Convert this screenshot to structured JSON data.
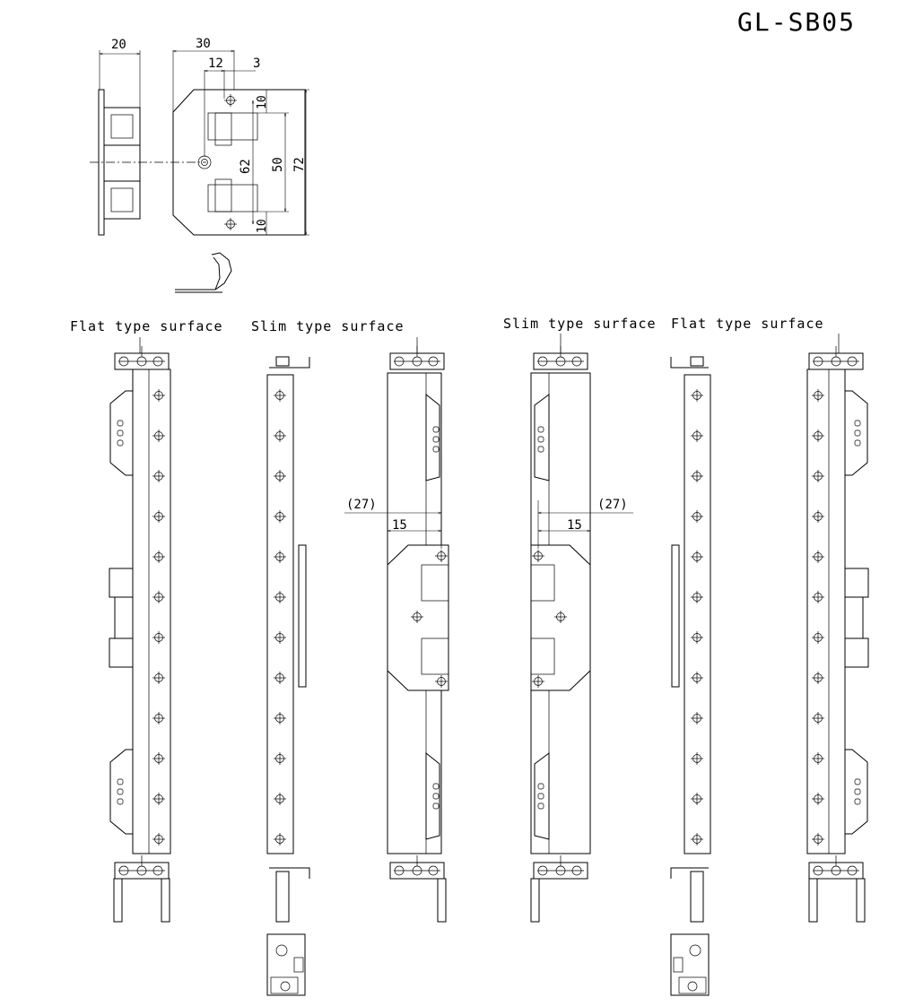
{
  "drawing": {
    "model_code": "GL-SB05",
    "left_labels": {
      "flat": "Flat type surface",
      "slim": "Slim type surface"
    },
    "right_labels": {
      "slim": "Slim type surface",
      "flat": "Flat type surface"
    },
    "detail_dimensions": {
      "d20": "20",
      "d30": "30",
      "d12": "12",
      "d3": "3",
      "d10_top": "10",
      "d62": "62",
      "d50": "50",
      "d72": "72",
      "d10_bottom": "10"
    },
    "assembly_dimensions": {
      "left_27": "(27)",
      "left_15": "15",
      "right_27": "(27)",
      "right_15": "15"
    }
  }
}
